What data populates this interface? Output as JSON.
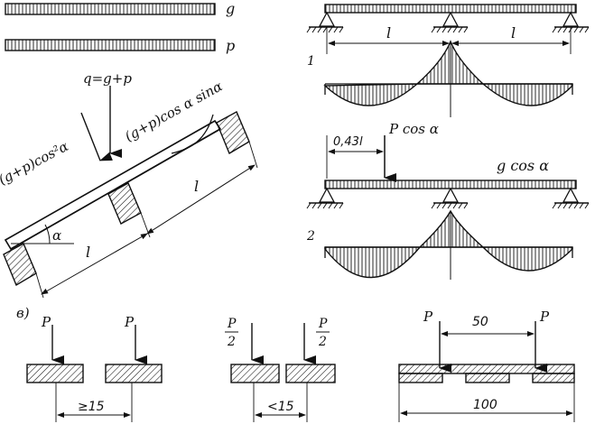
{
  "panel_a": {
    "strip_g_label": "g",
    "strip_p_label": "p",
    "load_label": "q=g+p",
    "normal_label": "(g+p)cos²α",
    "tangent_label": "(g+p)cos α sinα",
    "angle_label": "α",
    "span_label_1": "l",
    "span_label_2": "l"
  },
  "panel_beam1": {
    "span_label_1": "l",
    "span_label_2": "l",
    "case_label": "1"
  },
  "panel_beam2": {
    "dimension_label": "0,43l",
    "point_load_label": "P cos α",
    "distributed_label": "g cos α",
    "case_label": "2"
  },
  "panel_b": {
    "section_label": "в)",
    "case1": {
      "load_left": "P",
      "load_right": "P",
      "gap_label": "≥15"
    },
    "case2": {
      "load_left_num": "P",
      "load_left_den": "2",
      "load_right_num": "P",
      "load_right_den": "2",
      "gap_label": "<15"
    },
    "case3": {
      "load_left": "P",
      "load_right": "P",
      "spacing_label": "50",
      "width_label": "100"
    }
  }
}
